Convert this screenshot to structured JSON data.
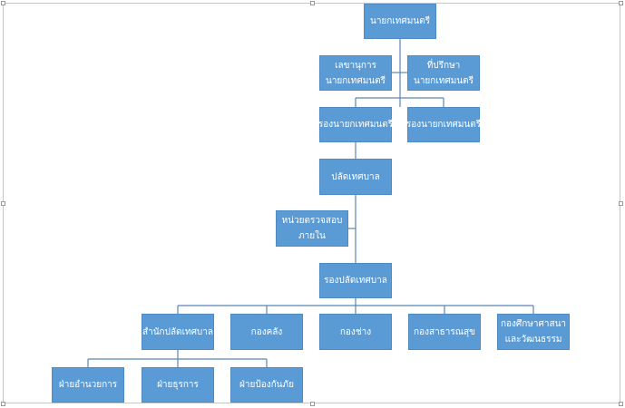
{
  "org_chart": {
    "mayor": "นายกเทศมนตรี",
    "secretary": [
      "เลขานุการ",
      "นายกเทศมนตรี"
    ],
    "advisor": [
      "ที่ปรึกษา",
      "นายกเทศมนตรี"
    ],
    "deputy_mayor_1": "รองนายกเทศมนตรี",
    "deputy_mayor_2": "รองนายกเทศมนตรี",
    "municipal_clerk": "ปลัดเทศบาล",
    "internal_audit": [
      "หน่วยตรวจสอบ",
      "ภายใน"
    ],
    "deputy_clerk": "รองปลัดเทศบาล",
    "divisions": [
      {
        "label": [
          "สำนักปลัดเทศบาล"
        ]
      },
      {
        "label": [
          "กองคลัง"
        ]
      },
      {
        "label": [
          "กองช่าง"
        ]
      },
      {
        "label": [
          "กองสาธารณสุข"
        ]
      },
      {
        "label": [
          "กองศึกษาศาสนา",
          "และวัฒนธรรม"
        ]
      }
    ],
    "sections": [
      "ฝ่ายอำนวยการ",
      "ฝ่ายธุรการ",
      "ฝ่ายป้องกันภัย"
    ]
  }
}
